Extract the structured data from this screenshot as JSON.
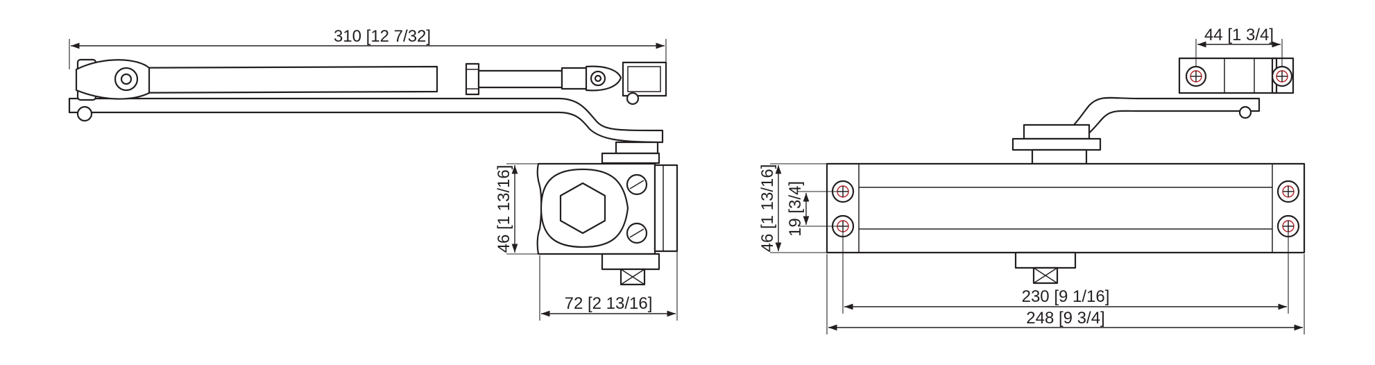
{
  "dimensions": {
    "arm_length": "310 [12 7/32]",
    "side_height": "46 [1 13/16]",
    "side_width": "72 [2 13/16]",
    "bracket_spacing": "44 [1 3/4]",
    "body_height": "46 [1 13/16]",
    "hole_spacing": "19 [3/4]",
    "hole_centers": "230 [9 1/16]",
    "body_length": "248 [9 3/4]"
  },
  "colors": {
    "line": "#231f20",
    "screw_accent": "#b21f24",
    "background": "#ffffff"
  }
}
